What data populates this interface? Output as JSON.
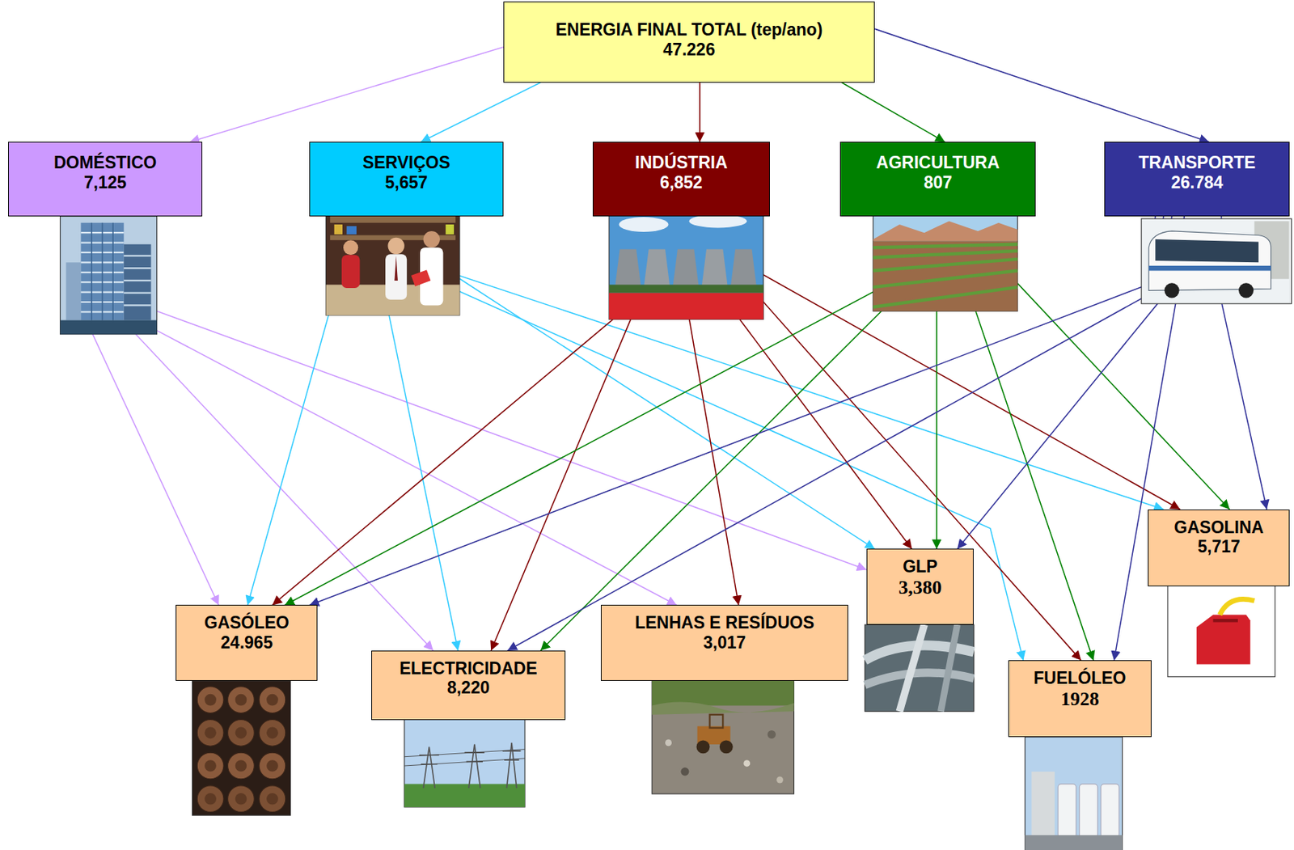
{
  "diagram": {
    "nodes": [
      {
        "text": [
          "ENERGIA FINAL TOTAL (tep/ano)",
          "47.226"
        ]
      },
      {
        "text": [
          "DOMÉSTICO",
          "7,125"
        ]
      },
      {
        "text": [
          "SERVIÇOS",
          "5,657"
        ]
      },
      {
        "text": [
          "INDÚSTRIA",
          "6,852"
        ]
      },
      {
        "text": [
          "AGRICULTURA",
          "807"
        ]
      },
      {
        "text": [
          "TRANSPORTE",
          "26.784"
        ]
      },
      {
        "text": [
          "GASÓLEO",
          "24.965"
        ]
      },
      {
        "text": [
          "ELECTRICIDADE",
          "8,220"
        ]
      },
      {
        "text": [
          "LENHAS E RESÍDUOS",
          "3,017"
        ]
      },
      {
        "text": [
          "GLP",
          "3,380"
        ]
      },
      {
        "text": [
          "FUELÓLEO",
          "1928"
        ]
      },
      {
        "text": [
          "GASOLINA",
          "5,717"
        ]
      }
    ],
    "edges": [
      {
        "from": 0,
        "to": 1,
        "arrow": "to"
      },
      {
        "from": 0,
        "to": 2,
        "arrow": "to"
      },
      {
        "from": 0,
        "to": 3,
        "arrow": "to"
      },
      {
        "from": 0,
        "to": 4,
        "arrow": "to"
      },
      {
        "from": 0,
        "to": 5,
        "arrow": "to"
      },
      {
        "from": 1,
        "to": 6,
        "arrow": "to"
      },
      {
        "from": 1,
        "to": 7,
        "arrow": "to"
      },
      {
        "from": 1,
        "to": 8,
        "arrow": "to"
      },
      {
        "from": 1,
        "to": 9,
        "arrow": "to"
      },
      {
        "from": 2,
        "to": 6,
        "arrow": "to"
      },
      {
        "from": 2,
        "to": 7,
        "arrow": "to"
      },
      {
        "from": 2,
        "to": 9,
        "arrow": "to"
      },
      {
        "from": 2,
        "to": 10,
        "arrow": "to"
      },
      {
        "from": 2,
        "to": 11,
        "arrow": "to"
      },
      {
        "from": 3,
        "to": 6,
        "arrow": "to"
      },
      {
        "from": 3,
        "to": 7,
        "arrow": "to"
      },
      {
        "from": 3,
        "to": 8,
        "arrow": "to"
      },
      {
        "from": 3,
        "to": 9,
        "arrow": "to"
      },
      {
        "from": 3,
        "to": 10,
        "arrow": "to"
      },
      {
        "from": 3,
        "to": 11,
        "arrow": "to"
      },
      {
        "from": 4,
        "to": 6,
        "arrow": "to"
      },
      {
        "from": 4,
        "to": 7,
        "arrow": "to"
      },
      {
        "from": 4,
        "to": 9,
        "arrow": "to"
      },
      {
        "from": 4,
        "to": 10,
        "arrow": "to"
      },
      {
        "from": 4,
        "to": 11,
        "arrow": "to"
      },
      {
        "from": 5,
        "to": 6,
        "arrow": "to"
      },
      {
        "from": 5,
        "to": 7,
        "arrow": "to"
      },
      {
        "from": 5,
        "to": 9,
        "arrow": "to"
      },
      {
        "from": 5,
        "to": 10,
        "arrow": "to"
      },
      {
        "from": 5,
        "to": 11,
        "arrow": "to"
      }
    ]
  }
}
